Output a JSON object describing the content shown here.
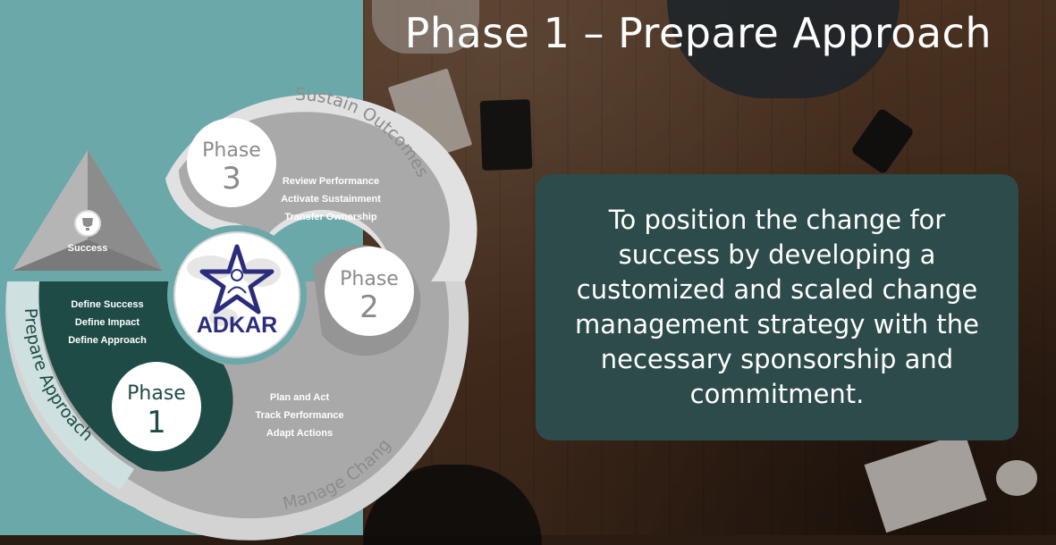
{
  "title": "Phase 1 – Prepare Approach",
  "objective": "To position the change for success by developing a customized and scaled change management strategy with the necessary sponsorship and commitment.",
  "diagram": {
    "triangle_label": "Success",
    "center_logo": "ADKAR",
    "phase1": {
      "word": "Phase",
      "number": "1",
      "ring_label": "Prepare Approach",
      "items": [
        "Define Success",
        "Define Impact",
        "Define Approach"
      ]
    },
    "phase2": {
      "word": "Phase",
      "number": "2",
      "ring_label": "Manage Change",
      "items": [
        "Plan and Act",
        "Track Performance",
        "Adapt Actions"
      ]
    },
    "phase3": {
      "word": "Phase",
      "number": "3",
      "ring_label": "Sustain Outcomes",
      "items": [
        "Review Performance",
        "Activate Sustainment",
        "Transfer Ownership"
      ]
    }
  },
  "colors": {
    "teal_bg": "#6aa8aa",
    "dark_green": "#1f4b47",
    "box_green": "#2c4b4a",
    "gray_ring": "#a9a9a9",
    "light_ring": "#d3d3d3"
  },
  "icons": [
    "trophy-icon",
    "star-person-icon"
  ]
}
